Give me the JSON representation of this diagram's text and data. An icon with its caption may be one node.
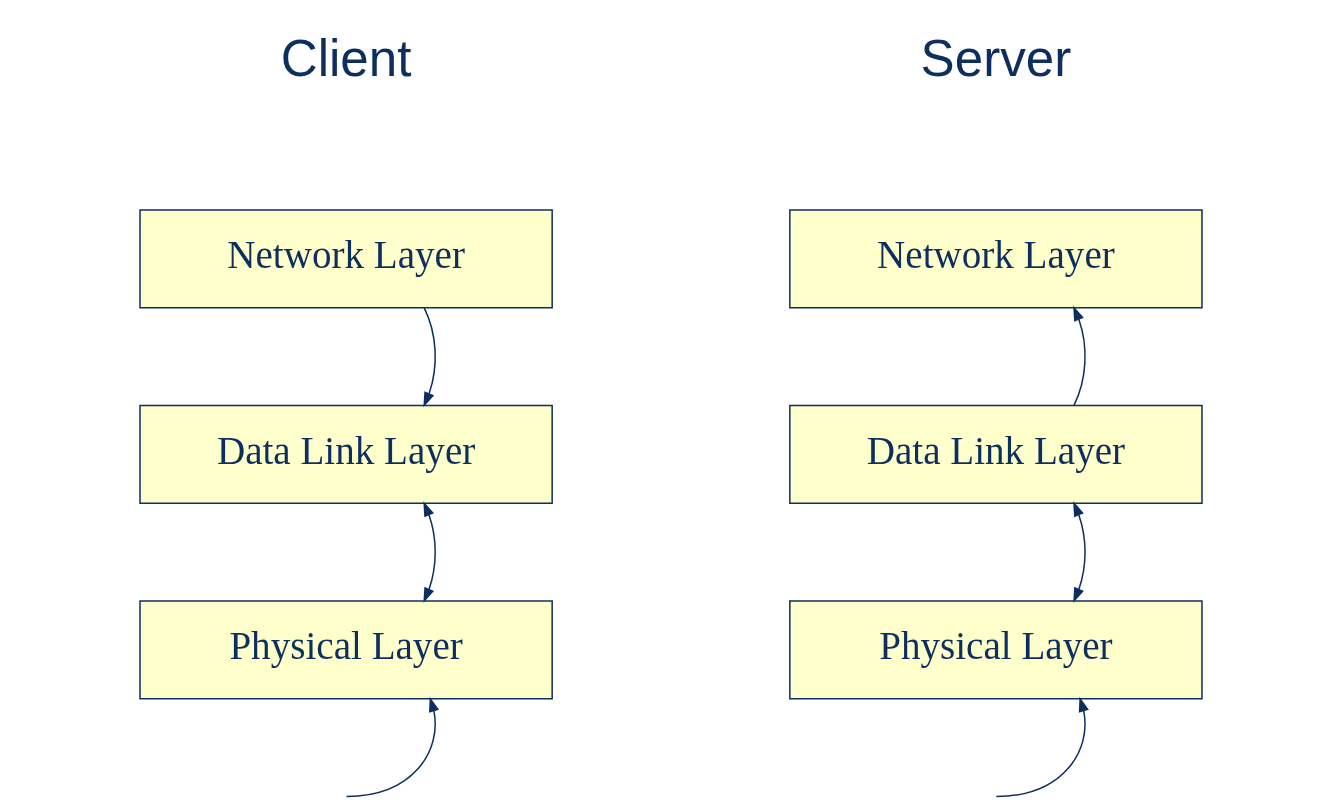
{
  "diagram": {
    "nodes": [
      {
        "text": [
          "Network Layer"
        ]
      },
      {
        "text": [
          "Data Link Layer"
        ]
      },
      {
        "text": [
          "Physical Layer"
        ]
      },
      {
        "text": [
          "Network Layer"
        ]
      },
      {
        "text": [
          "Data Link Layer"
        ]
      },
      {
        "text": [
          "Physical Layer"
        ]
      }
    ],
    "edges": [
      {
        "from": 0,
        "to": 1,
        "arrow": "to"
      },
      {
        "from": 1,
        "to": 2,
        "arrow": "both"
      },
      {
        "from": null,
        "to": 2,
        "arrow": "to"
      },
      {
        "from": 4,
        "to": 3,
        "arrow": "to"
      },
      {
        "from": 4,
        "to": 5,
        "arrow": "both"
      },
      {
        "from": null,
        "to": 5,
        "arrow": "to"
      }
    ],
    "labels": [
      "Client",
      "Server"
    ]
  }
}
